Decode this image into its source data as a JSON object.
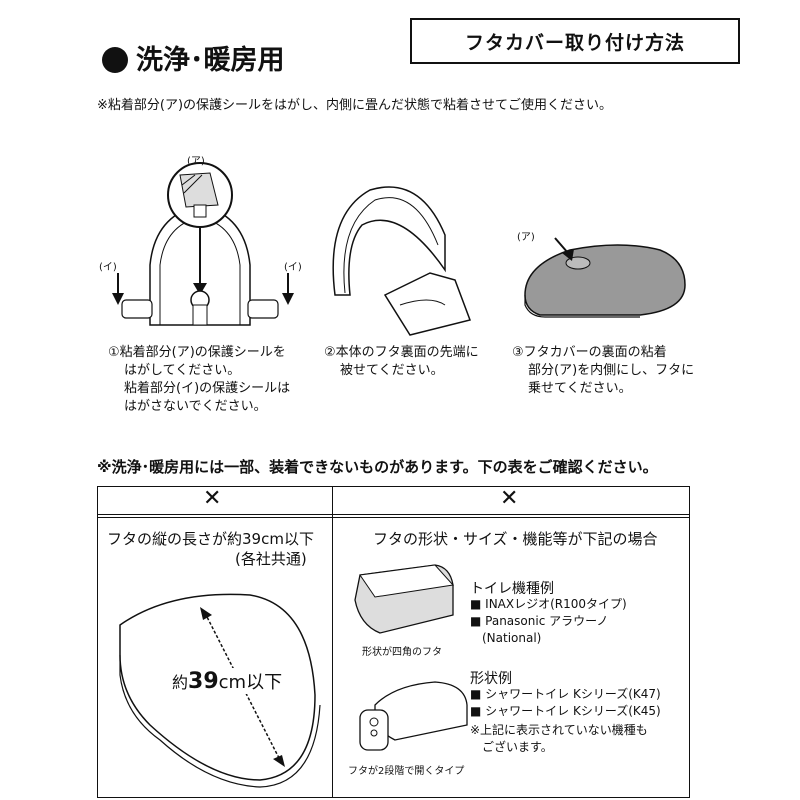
{
  "header": {
    "title": "洗浄･暖房用",
    "box_title": "フタカバー取り付け方法"
  },
  "note_top": "※粘着部分(ア)の保護シールをはがし、内側に畳んだ状態で粘着させてご使用ください。",
  "labels": {
    "a": "(ア)",
    "i": "(イ)"
  },
  "steps": [
    {
      "line1": "①粘着部分(ア)の保護シールを",
      "line2": "はがしてください。",
      "line3": "粘着部分(イ)の保護シールは",
      "line4": "はがさないでください。"
    },
    {
      "line1": "②本体のフタ裏面の先端に",
      "line2": "被せてください。"
    },
    {
      "line1": "③フタカバーの裏面の粘着",
      "line2": "部分(ア)を内側にし、フタに",
      "line3": "乗せてください。"
    }
  ],
  "warning": "※洗浄･暖房用には一部、装着できないものがあります。下の表をご確認ください。",
  "table": {
    "left": {
      "mark": "✕",
      "heading1": "フタの縦の長さが約39cm以下",
      "heading2": "(各社共通)",
      "measure_prefix": "約",
      "measure_value": "39",
      "measure_suffix": "cm以下"
    },
    "right": {
      "mark": "✕",
      "heading": "フタの形状・サイズ・機能等が下記の場合",
      "group1_title": "トイレ機種例",
      "group1_items": [
        "■ INAXレジオ(R100タイプ)",
        "■ Panasonic アラウーノ",
        "(National)"
      ],
      "caption1": "形状が四角のフタ",
      "group2_title": "形状例",
      "group2_items": [
        "■ シャワートイレ Kシリーズ(K47)",
        "■ シャワートイレ Kシリーズ(K45)"
      ],
      "note_line1": "※上記に表示されていない機種も",
      "note_line2": "ございます。",
      "caption2": "フタが2段階で開くタイプ"
    }
  }
}
